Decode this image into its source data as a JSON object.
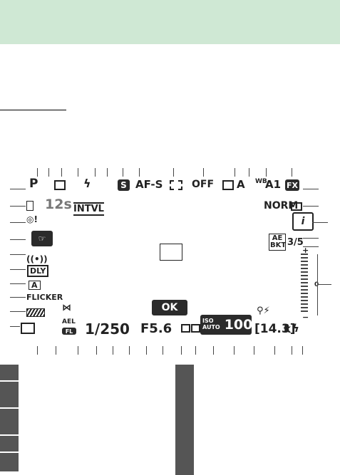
{
  "indicators": {
    "mode": "P",
    "exposure_delay": "12s",
    "interval": "INTVL",
    "release_mode": "S",
    "af_mode": "AF-S",
    "off": "OFF",
    "picture_control": "A",
    "white_balance": "A1",
    "image_area": "FX",
    "image_quality": "NORM",
    "bracketing": "3/5",
    "bracket_badge": "AE BKT",
    "delay_mode": "DLY",
    "flicker": "FLICKER",
    "shutter_speed": "1/250",
    "aperture": "5.6",
    "ok_label": "OK",
    "iso_label": "ISO",
    "iso_auto": "AUTO",
    "iso_value": "100",
    "remaining": "[14.3]",
    "remaining_suffix": "k",
    "ael": "AEL",
    "fl": "FL",
    "info": "i",
    "ev_plus": "+",
    "ev_zero": "0",
    "ev_minus": "−"
  }
}
